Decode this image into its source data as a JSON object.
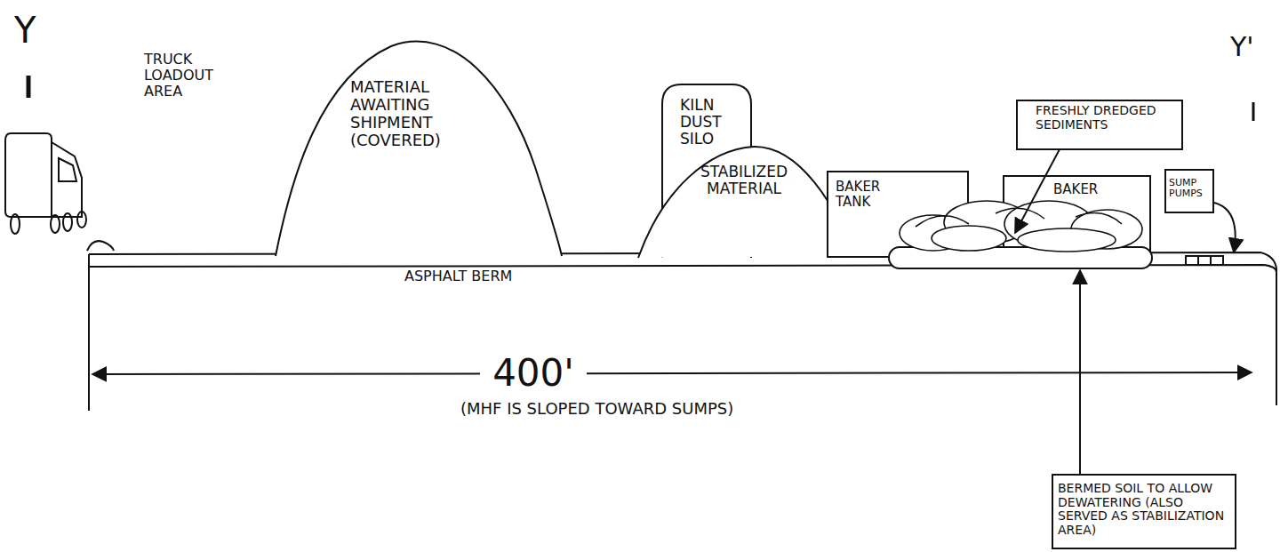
{
  "diagram": {
    "nodes": [
      {
        "text": [
          "MATERIAL AWAITING SHIPMENT (COVERED)"
        ]
      },
      {
        "text": [
          "KILN DUST SILO"
        ]
      },
      {
        "text": [
          "STABILIZED MATERIAL"
        ]
      },
      {
        "text": [
          "BAKER TANK"
        ]
      },
      {
        "text": [
          "BAKER"
        ]
      },
      {
        "text": [
          "FRESHLY DREDGED SEDIMENTS"
        ]
      },
      {
        "text": [
          "SUMP PUMPS"
        ]
      },
      {
        "text": [
          "BERMED SOIL TO ALLOW DEWATERING (ALSO SERVED AS STABILIZATION AREA)"
        ]
      }
    ],
    "labels": [
      "Y",
      "Y'",
      "TRUCK LOADOUT AREA",
      "ASPHALT BERM",
      "400'",
      "(MHF IS SLOPED TOWARD SUMPS)"
    ]
  }
}
